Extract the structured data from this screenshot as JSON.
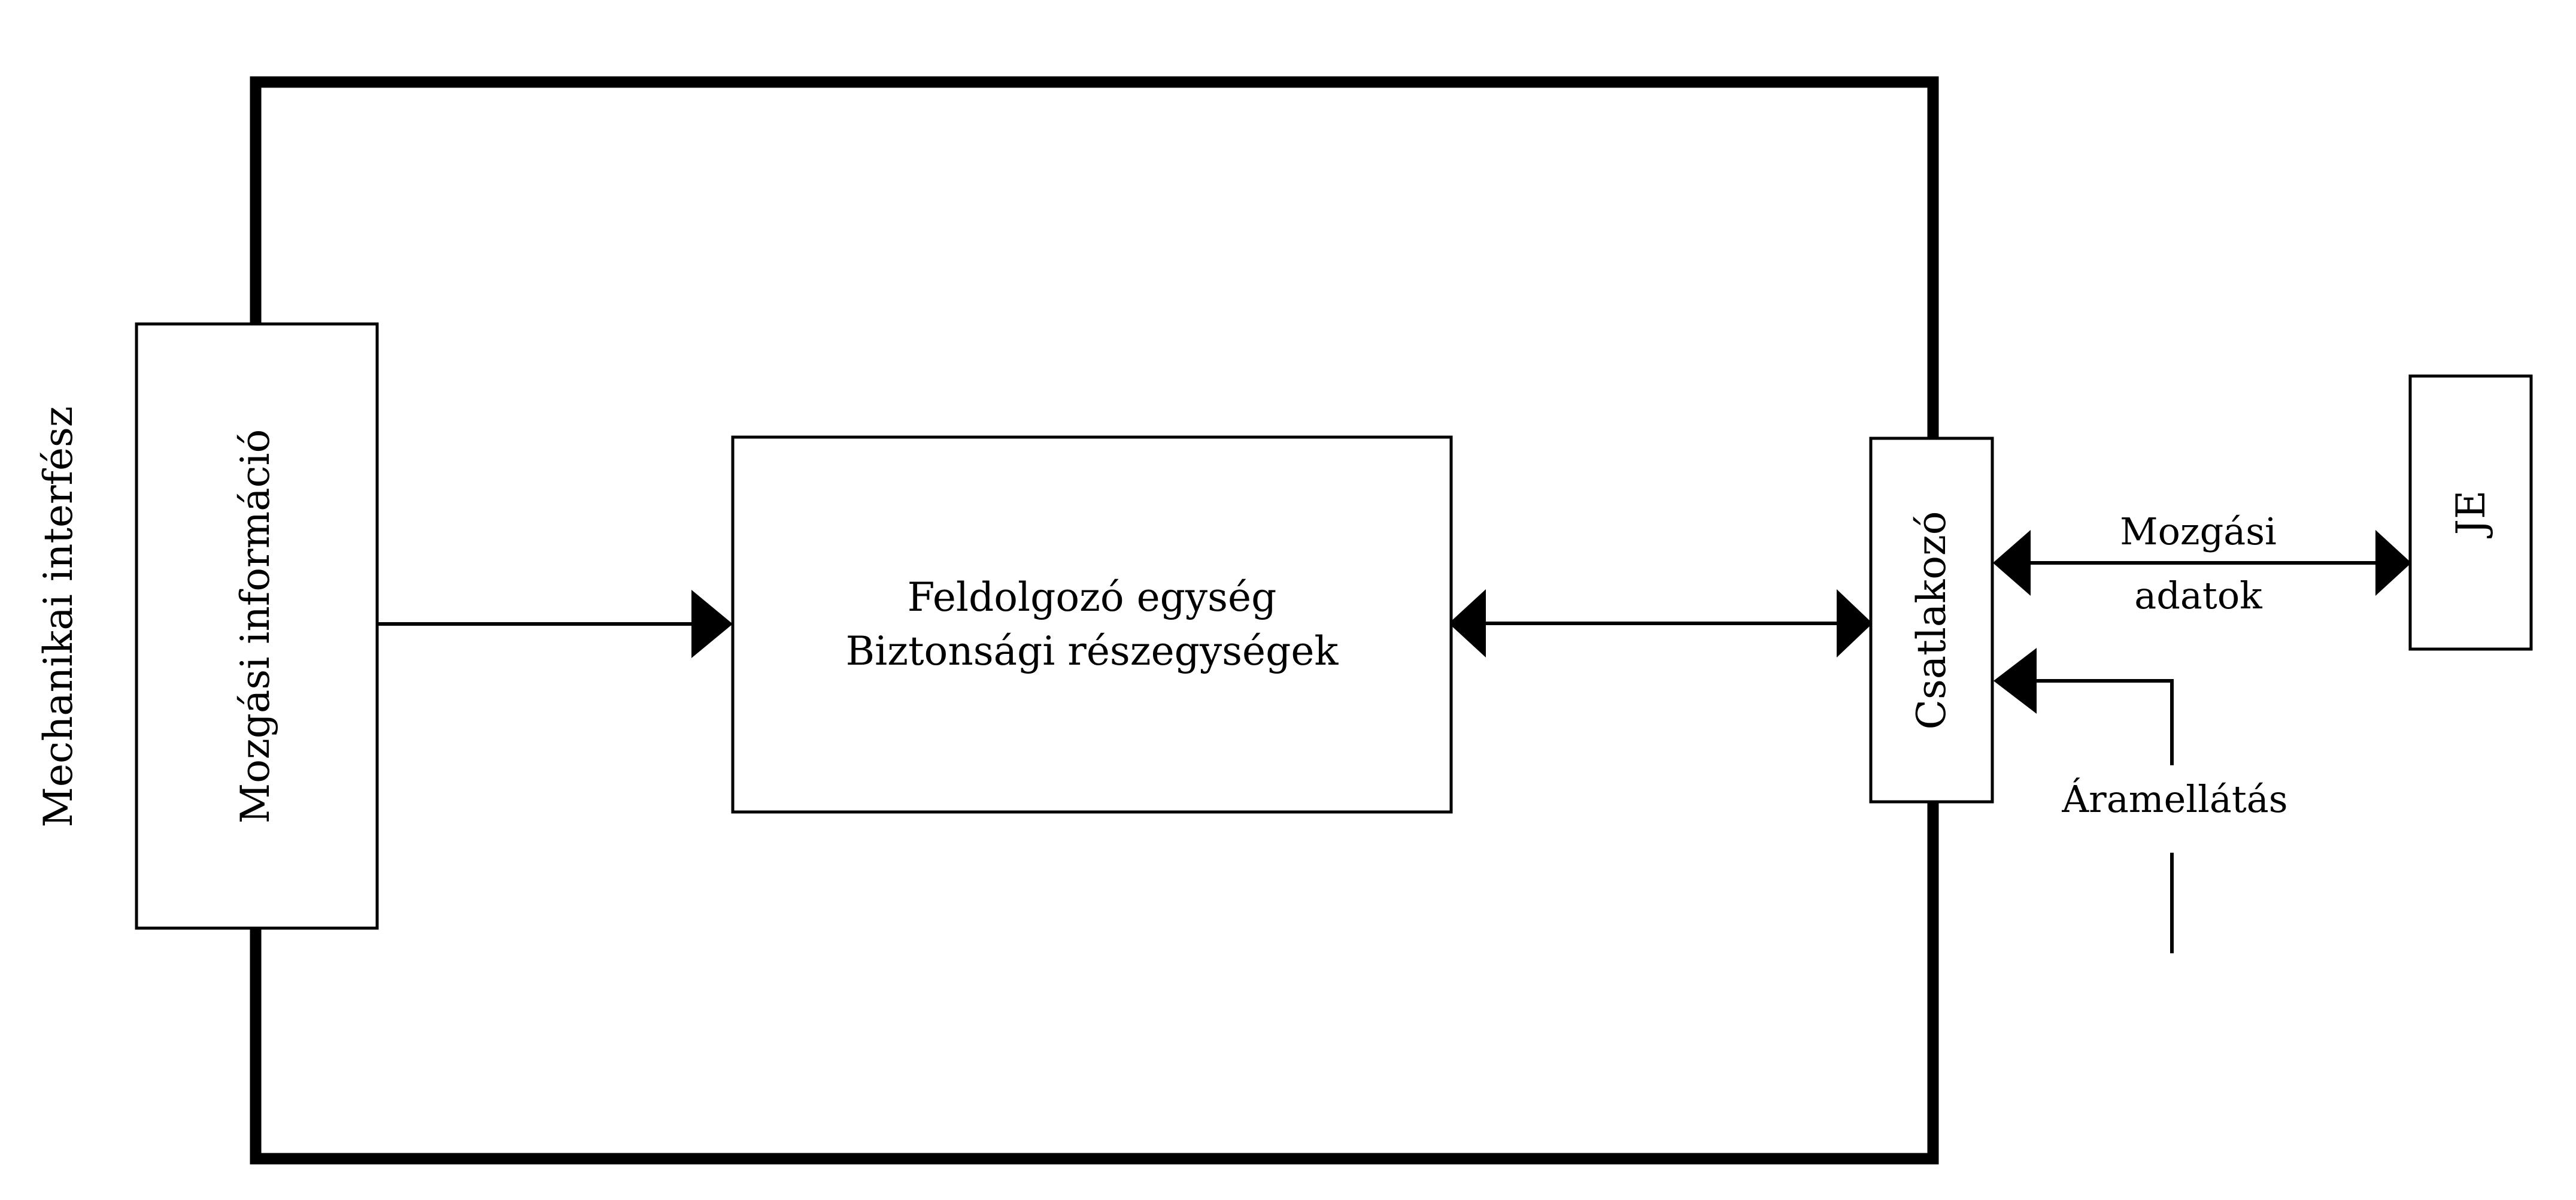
{
  "diagram": {
    "title_context": "Mechanikai interfész blokkdiagram",
    "colors": {
      "stroke": "#000000",
      "fill": "#ffffff",
      "background": "#ffffff"
    },
    "outer_label": {
      "text": "Mechanikai interfész",
      "orientation": "vertical-bottom-to-top"
    },
    "boxes": [
      {
        "id": "mozgasi-informacio",
        "label": "Mozgási információ",
        "orientation": "vertical-bottom-to-top"
      },
      {
        "id": "feldolgozo-egyseg",
        "label_line1": "Feldolgozó egység",
        "label_line2": "Biztonsági részegységek",
        "orientation": "horizontal"
      },
      {
        "id": "csatlakozo",
        "label": "Csatlakozó",
        "orientation": "vertical-bottom-to-top"
      },
      {
        "id": "je",
        "label": "JE",
        "orientation": "vertical-bottom-to-top"
      }
    ],
    "connections": [
      {
        "id": "mozgasi-to-feldolgozo",
        "label": "",
        "arrow": "single-right"
      },
      {
        "id": "feldolgozo-to-csatlakozo",
        "label": "",
        "arrow": "double"
      },
      {
        "id": "csatlakozo-to-je",
        "label_line1": "Mozgási",
        "label_line2": "adatok",
        "arrow": "double"
      },
      {
        "id": "aramellatas-to-csatlakozo",
        "label": "Áramellátás",
        "arrow": "single-left"
      }
    ]
  }
}
